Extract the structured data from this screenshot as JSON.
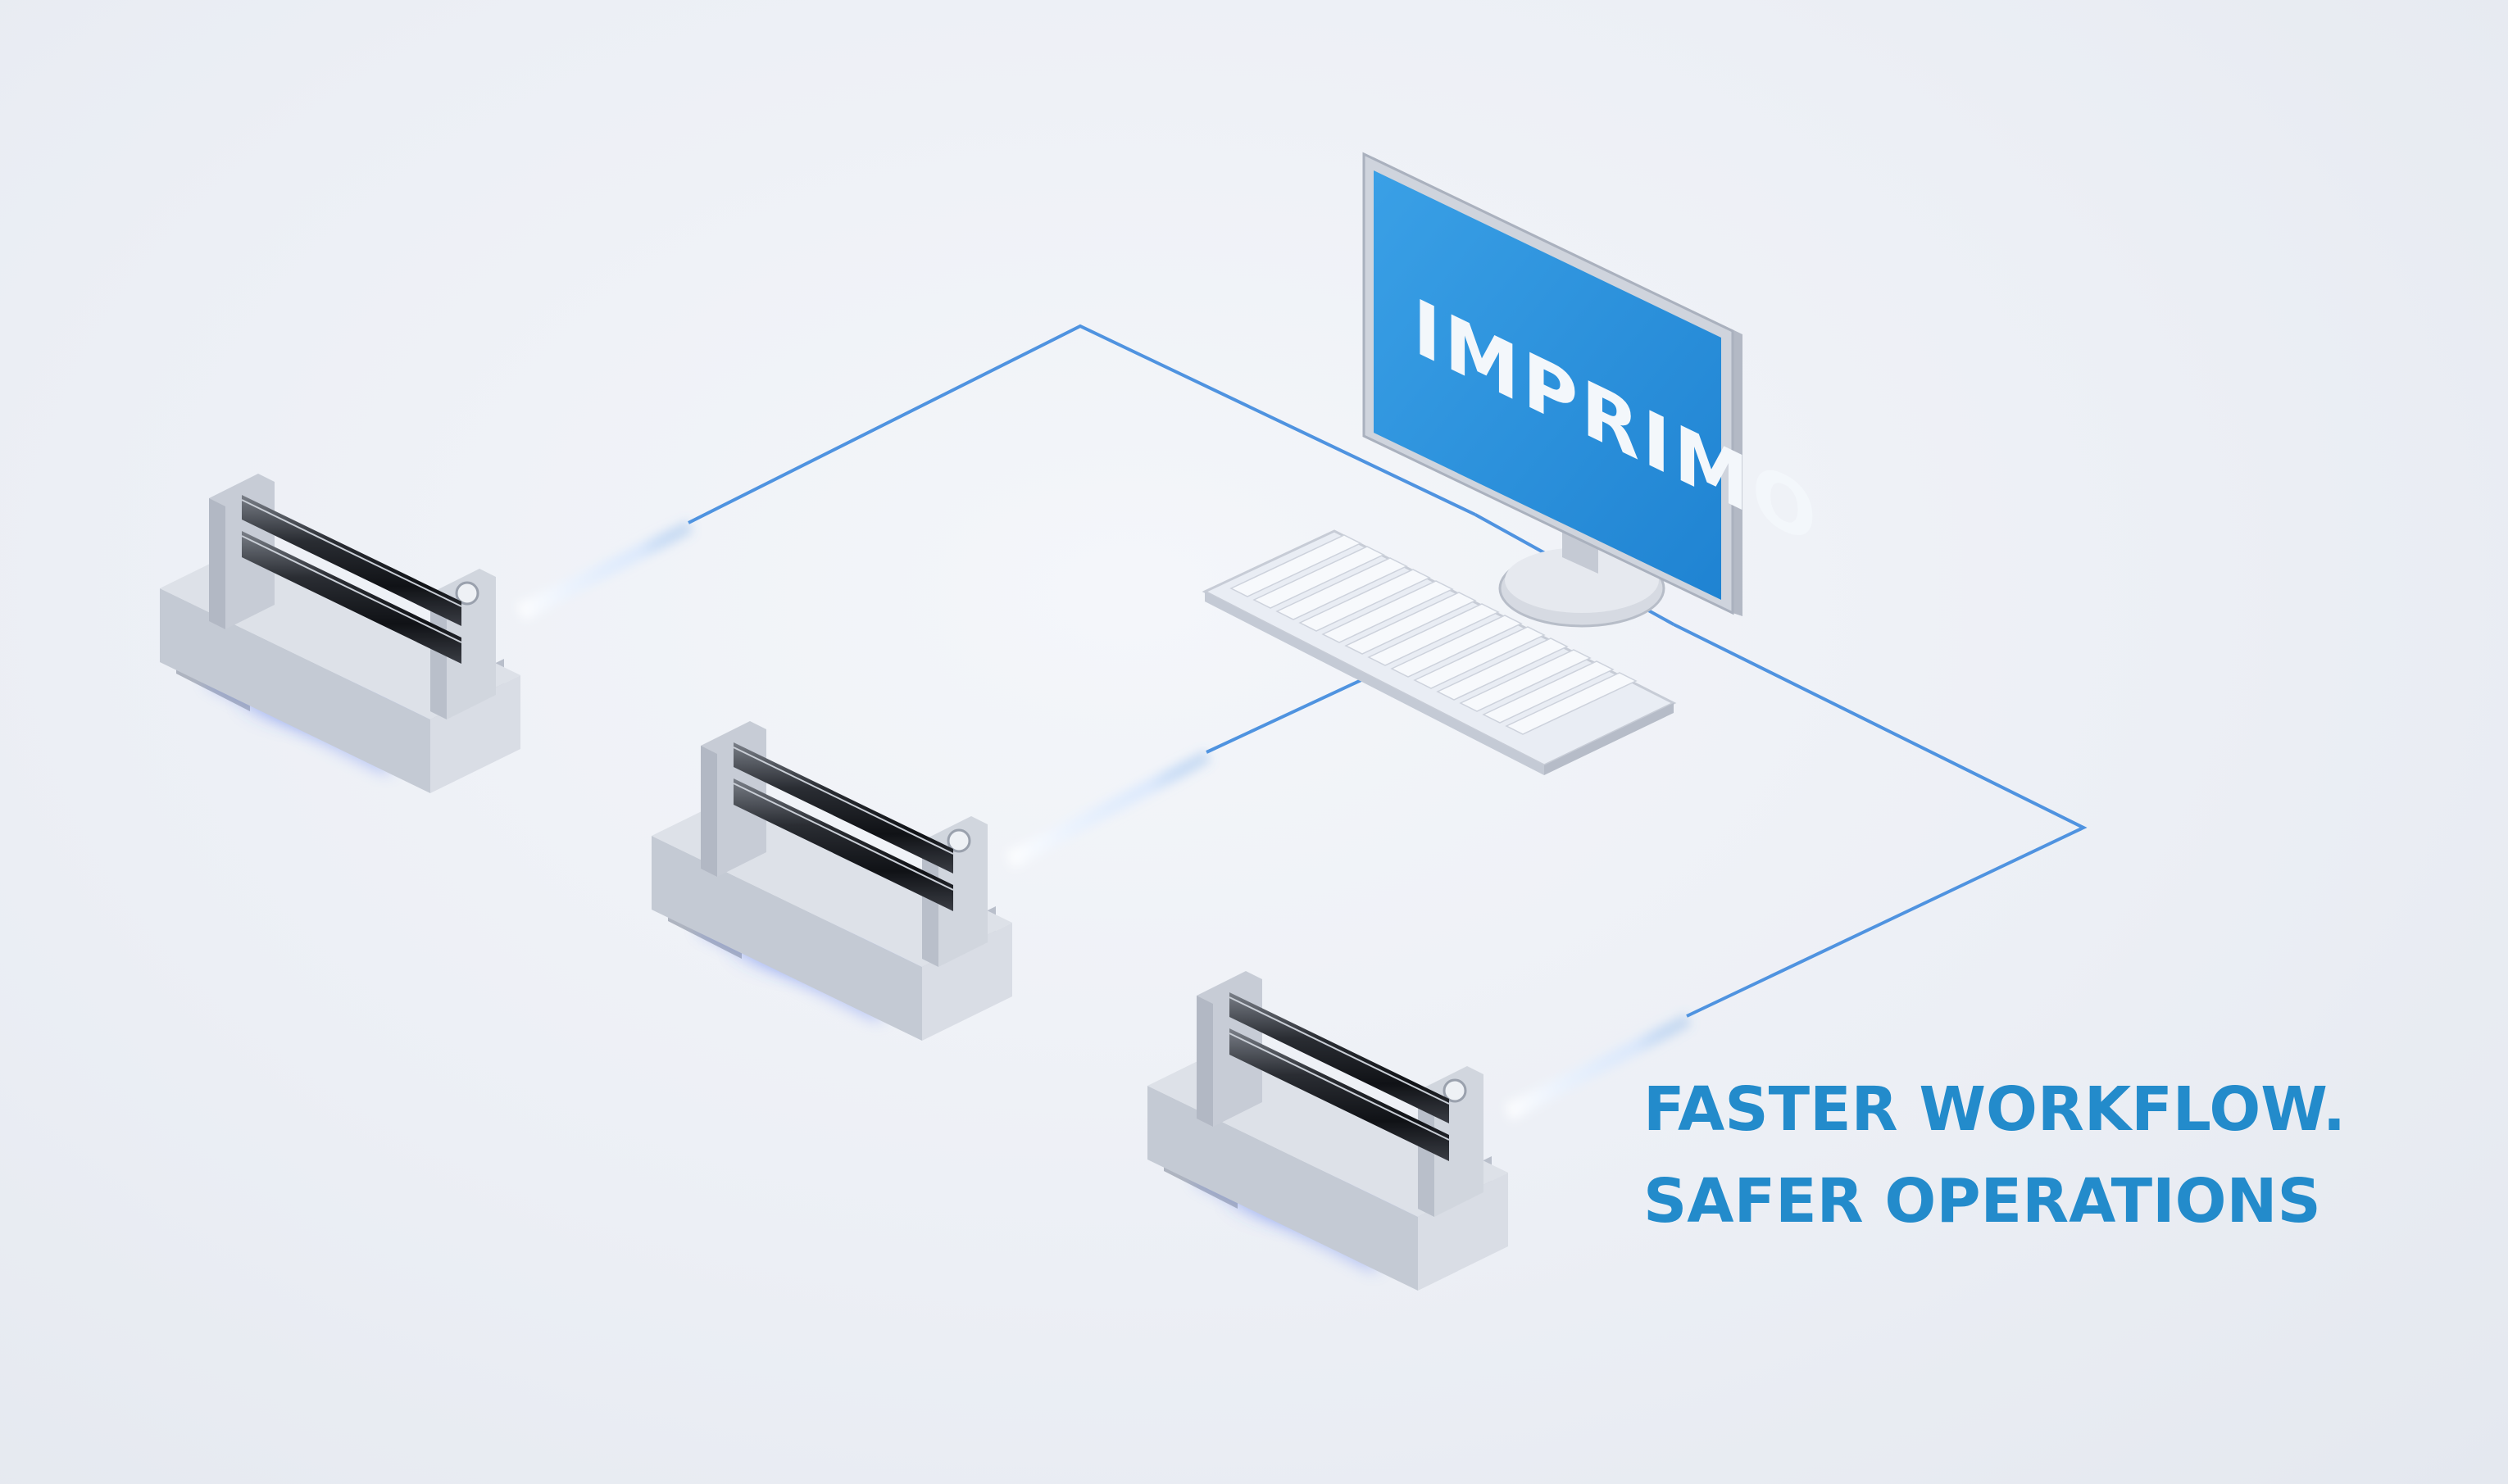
{
  "monitor": {
    "logo_text": "IMPRIMO",
    "screen_color": "#2a8fd8"
  },
  "tagline": {
    "line1": "FASTER WORKFLOW.",
    "line2": "SAFER OPERATIONS"
  },
  "colors": {
    "background": "#eef1f6",
    "accent": "#238bcb",
    "network_line": "#4f93e0",
    "device_body": "#c9ced8",
    "glow": "#5b7cf0"
  },
  "printers": [
    {
      "id": "printer-1"
    },
    {
      "id": "printer-2"
    },
    {
      "id": "printer-3"
    }
  ]
}
